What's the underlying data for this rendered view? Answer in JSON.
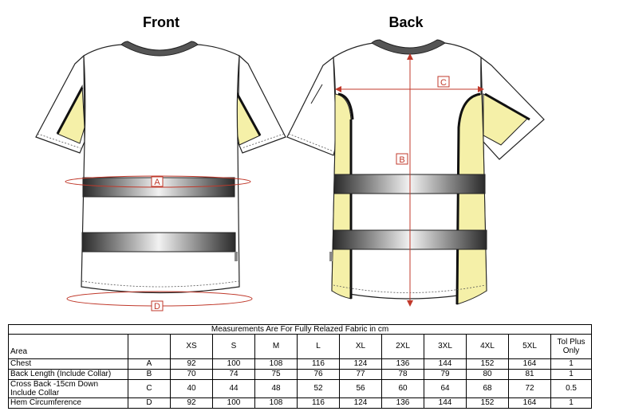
{
  "views": {
    "front_label": "Front",
    "back_label": "Back"
  },
  "markers": {
    "a": "A",
    "b": "B",
    "c": "C",
    "d": "D"
  },
  "colors": {
    "reflective_dark": "#3a3a3a",
    "reflective_light": "#e8e8e8",
    "panel_yellow": "#f5f0a8",
    "measure_red": "#c0392b",
    "outline": "#222222"
  },
  "table": {
    "caption": "Measurements Are For Fully Relazed Fabric in cm",
    "area_header": "Area",
    "sizes": [
      "XS",
      "S",
      "M",
      "L",
      "XL",
      "2XL",
      "3XL",
      "4XL",
      "5XL"
    ],
    "tol_header": "Tol Plus Only",
    "rows": [
      {
        "area": "Chest",
        "code": "A",
        "values": [
          "92",
          "100",
          "108",
          "116",
          "124",
          "136",
          "144",
          "152",
          "164"
        ],
        "tol": "1"
      },
      {
        "area": "Back Length (Include Collar)",
        "code": "B",
        "values": [
          "70",
          "74",
          "75",
          "76",
          "77",
          "78",
          "79",
          "80",
          "81"
        ],
        "tol": "1"
      },
      {
        "area": "Cross Back -15cm Down Include Collar",
        "code": "C",
        "values": [
          "40",
          "44",
          "48",
          "52",
          "56",
          "60",
          "64",
          "68",
          "72"
        ],
        "tol": "0.5"
      },
      {
        "area": "Hem Circumference",
        "code": "D",
        "values": [
          "92",
          "100",
          "108",
          "116",
          "124",
          "136",
          "144",
          "152",
          "164"
        ],
        "tol": "1"
      }
    ]
  }
}
